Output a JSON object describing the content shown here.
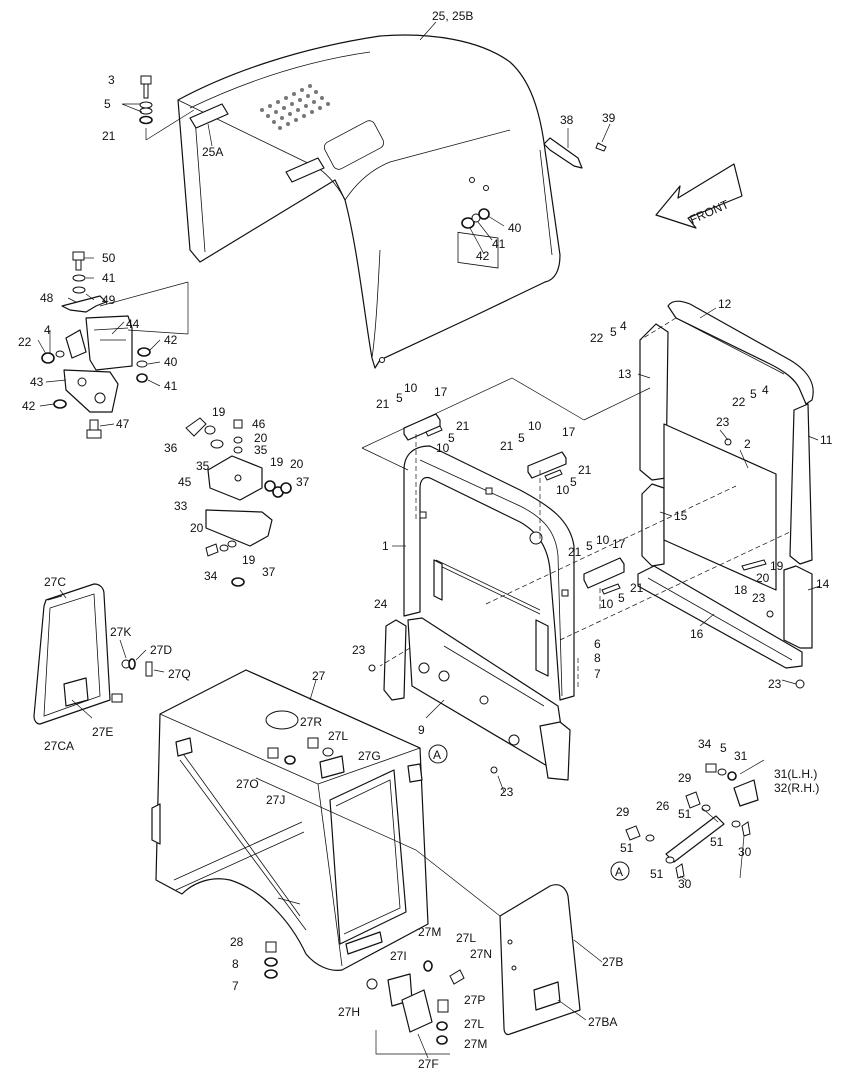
{
  "arrow_label": "FRONT",
  "callouts": {
    "ref_a1": "A",
    "ref_a2": "A"
  },
  "labels": [
    "25, 25B",
    "3",
    "5",
    "21",
    "25A",
    "38",
    "39",
    "40",
    "41",
    "42",
    "50",
    "41",
    "48",
    "49",
    "44",
    "4",
    "22",
    "42",
    "40",
    "43",
    "41",
    "42",
    "47",
    "12",
    "22",
    "5",
    "4",
    "13",
    "22",
    "5",
    "4",
    "11",
    "23",
    "2",
    "21",
    "5",
    "10",
    "17",
    "21",
    "5",
    "10",
    "21",
    "5",
    "10",
    "17",
    "21",
    "5",
    "10",
    "1",
    "15",
    "21",
    "5",
    "10",
    "17",
    "21",
    "10",
    "5",
    "19",
    "18",
    "20",
    "14",
    "23",
    "16",
    "19",
    "36",
    "35",
    "46",
    "20",
    "35",
    "19",
    "20",
    "37",
    "45",
    "33",
    "20",
    "19",
    "34",
    "37",
    "24",
    "23",
    "6",
    "8",
    "7",
    "9",
    "23",
    "23",
    "27C",
    "27K",
    "27D",
    "27Q",
    "27CA",
    "27E",
    "27",
    "27R",
    "27L",
    "27G",
    "27O",
    "27J",
    "34",
    "5",
    "31",
    "31(L.H.)",
    "32(R.H.)",
    "29",
    "51",
    "26",
    "29",
    "51",
    "51",
    "30",
    "51",
    "30",
    "28",
    "8",
    "7",
    "27M",
    "27L",
    "27I",
    "27N",
    "27P",
    "27H",
    "27L",
    "27M",
    "27F",
    "27B",
    "27BA"
  ]
}
